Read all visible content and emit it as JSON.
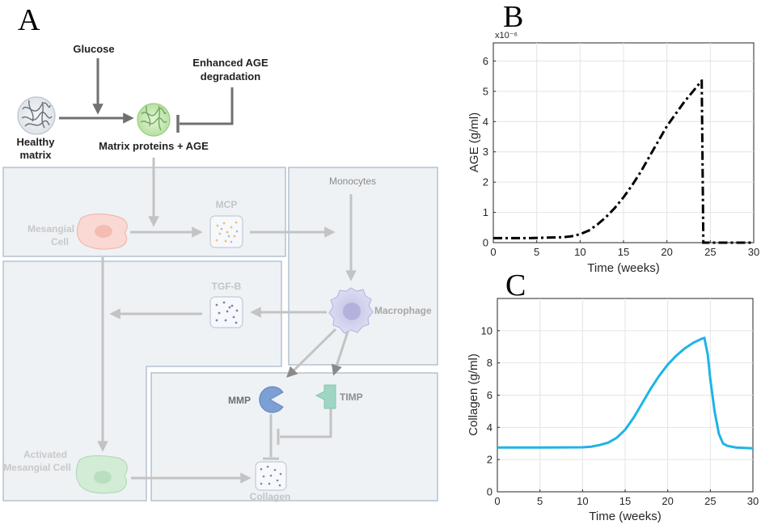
{
  "panel_labels": {
    "a": "A",
    "b": "B",
    "c": "C"
  },
  "diagram": {
    "glucose": "Glucose",
    "enhanced_age_line1": "Enhanced AGE",
    "enhanced_age_line2": "degradation",
    "healthy_matrix_line1": "Healthy",
    "healthy_matrix_line2": "matrix",
    "matrix_proteins_age": "Matrix proteins + AGE",
    "mesangial_cell_line1": "Mesangial",
    "mesangial_cell_line2": "Cell",
    "mcp": "MCP",
    "monocytes": "Monocytes",
    "tgf_b": "TGF-B",
    "macrophage": "Macrophage",
    "mmp": "MMP",
    "timp": "TIMP",
    "activated_mesangial_line1": "Activated",
    "activated_mesangial_line2": "Mesangial Cell",
    "collagen": "Collagen"
  },
  "colors": {
    "panel_fill": "#eff2f5",
    "panel_border": "#a9b9ca",
    "dark_arrow": "#707070",
    "light_arrow": "#c3c3c3",
    "collagen_line": "#1eb4e6",
    "age_line": "#000000"
  },
  "chart_data": [
    {
      "type": "line",
      "panel": "B",
      "xlabel": "Time (weeks)",
      "ylabel": "AGE (g/ml)",
      "exponent_label": "x10⁻⁶",
      "xlim": [
        0,
        30
      ],
      "ylim": [
        0,
        6.6
      ],
      "xticks": [
        0,
        5,
        10,
        15,
        20,
        25,
        30
      ],
      "yticks": [
        0,
        1,
        2,
        3,
        4,
        5,
        6
      ],
      "grid": true,
      "line_style": "dash-dot",
      "series": [
        {
          "x": [
            0,
            4,
            8,
            9,
            10,
            11,
            12,
            13,
            14,
            15,
            16,
            17,
            18,
            19,
            20,
            21,
            22,
            23,
            24,
            24.01,
            24.2,
            30
          ],
          "y": [
            0.15,
            0.15,
            0.18,
            0.21,
            0.28,
            0.4,
            0.6,
            0.85,
            1.15,
            1.5,
            1.9,
            2.35,
            2.85,
            3.35,
            3.85,
            4.25,
            4.65,
            5.0,
            5.35,
            5.35,
            0.0,
            0.0
          ]
        }
      ]
    },
    {
      "type": "line",
      "panel": "C",
      "xlabel": "Time (weeks)",
      "ylabel": "Collagen (g/ml)",
      "xlim": [
        0,
        30
      ],
      "ylim": [
        0,
        12
      ],
      "xticks": [
        0,
        5,
        10,
        15,
        20,
        25,
        30
      ],
      "yticks": [
        0,
        2,
        4,
        6,
        8,
        10
      ],
      "grid": true,
      "line_style": "solid",
      "series": [
        {
          "x": [
            0,
            5,
            10,
            11,
            12,
            13,
            14,
            15,
            16,
            17,
            18,
            19,
            20,
            21,
            22,
            23,
            24,
            24.3,
            24.7,
            25,
            25.5,
            26,
            26.5,
            27,
            28,
            29,
            30
          ],
          "y": [
            2.75,
            2.75,
            2.76,
            2.8,
            2.9,
            3.05,
            3.35,
            3.85,
            4.6,
            5.5,
            6.4,
            7.2,
            7.9,
            8.45,
            8.9,
            9.25,
            9.5,
            9.55,
            8.5,
            7.0,
            5.0,
            3.6,
            3.0,
            2.85,
            2.75,
            2.72,
            2.7
          ]
        }
      ]
    }
  ]
}
